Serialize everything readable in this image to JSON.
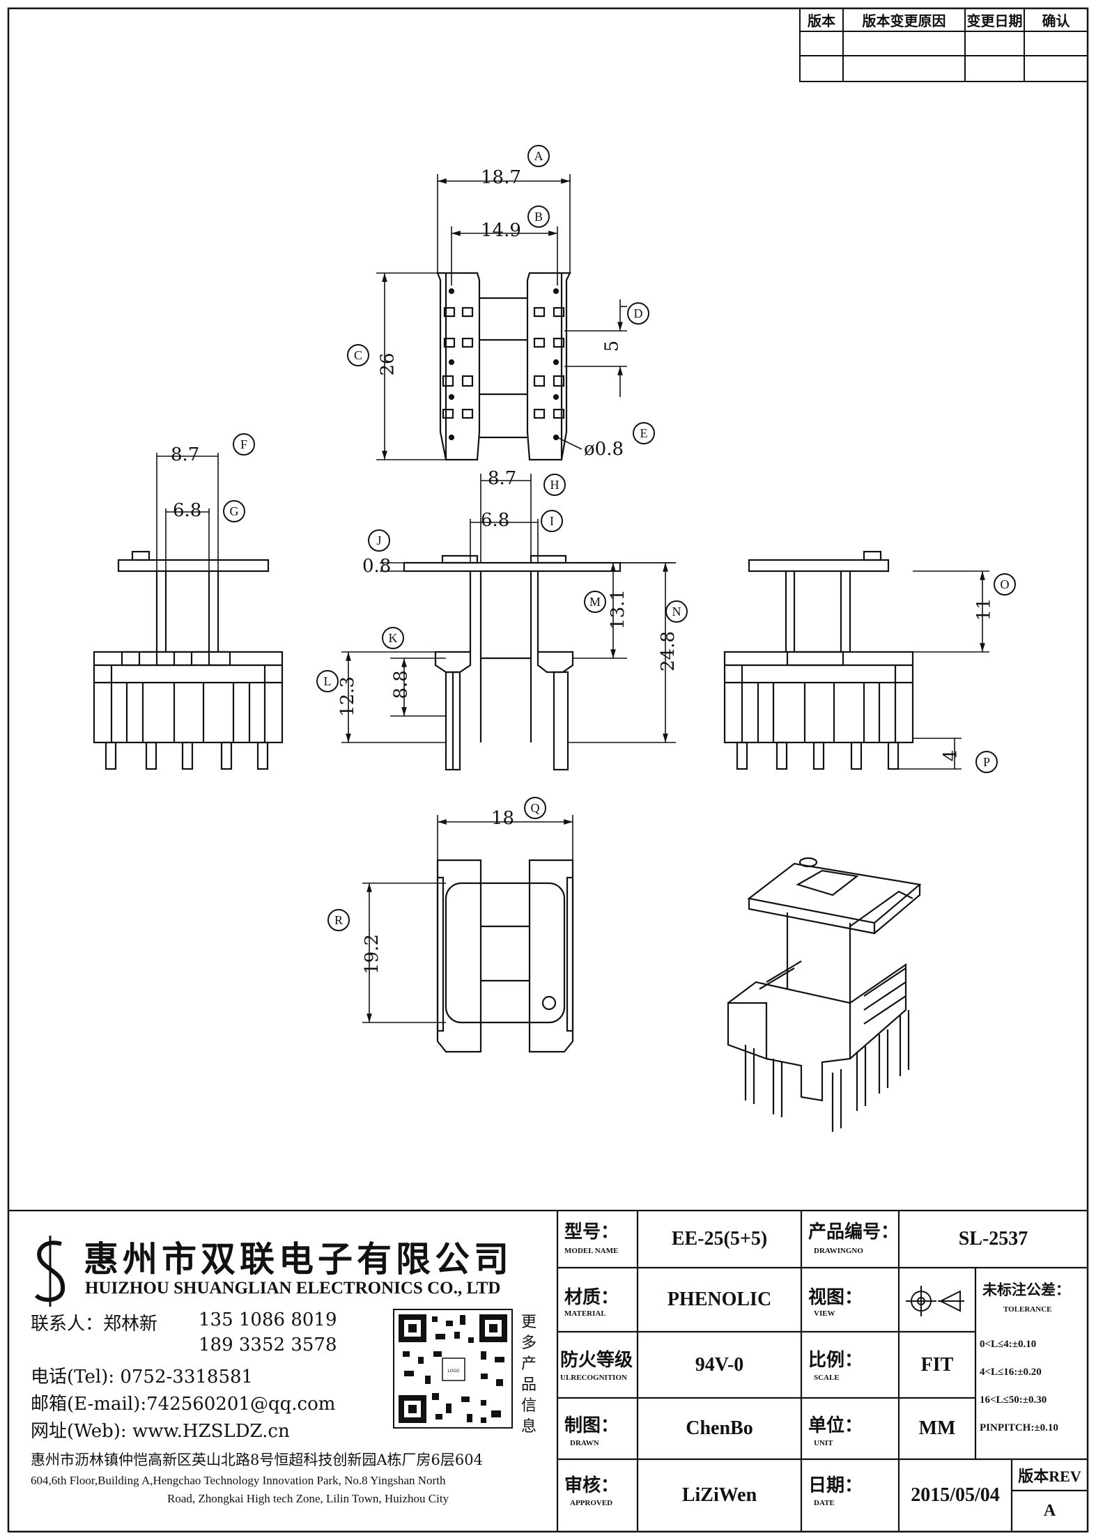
{
  "revision_table": {
    "headers": [
      "版本",
      "版本变更原因",
      "变更日期",
      "确认"
    ]
  },
  "dims": {
    "A": "A",
    "B": "B",
    "C": "C",
    "D": "D",
    "E": "E",
    "F": "F",
    "G": "G",
    "H": "H",
    "I": "I",
    "J": "J",
    "K": "K",
    "L": "L",
    "M": "M",
    "N": "N",
    "O": "O",
    "P": "P",
    "Q": "Q",
    "R": "R",
    "v_18_7": "18.7",
    "v_14_9": "14.9",
    "v_26": "26",
    "v_5": "5",
    "v_phi": "ø0.8",
    "v_8_7a": "8.7",
    "v_6_8a": "6.8",
    "v_8_7b": "8.7",
    "v_6_8b": "6.8",
    "v_0_8": "0.8",
    "v_13_1": "13.1",
    "v_24_8": "24.8",
    "v_12_3": "12.3",
    "v_8_8": "8.8",
    "v_11": "11",
    "v_4": "4",
    "v_18": "18",
    "v_19_2": "19.2"
  },
  "company": {
    "name_cn": "惠州市双联电子有限公司",
    "name_en": "HUIZHOU SHUANGLIAN ELECTRONICS CO., LTD",
    "contact_label": "联系人：郑林新",
    "phone1": "135 1086 8019",
    "phone2": "189 3352 3578",
    "tel": "电话(Tel): 0752-3318581",
    "email": "邮箱(E-mail):742560201@qq.com",
    "web": "网址(Web): www.HZSLDZ.cn",
    "more_info": [
      "更",
      "多",
      "产",
      "品",
      "信",
      "息"
    ],
    "address_cn": "惠州市沥林镇仲恺高新区英山北路8号恒超科技创新园A栋厂房6层604",
    "address_en_1": "604,6th Floor,Building A,Hengchao Technology Innovation Park, No.8 Yingshan North",
    "address_en_2": "Road, Zhongkai High tech Zone, Lilin Town, Huizhou City"
  },
  "title_block": {
    "model_label": "型号：",
    "model_sub": "MODEL NAME",
    "model_value": "EE-25(5+5)",
    "drawno_label": "产品编号：",
    "drawno_sub": "DRAWINGNO",
    "drawno_value": "SL-2537",
    "material_label": "材质：",
    "material_sub": "MATERIAL",
    "material_value": "PHENOLIC",
    "view_label": "视图：",
    "view_sub": "VIEW",
    "tol_label": "未标注公差：",
    "tol_sub": "TOLERANCE",
    "tol_lines": [
      "0<L≤4:±0.10",
      "4<L≤16:±0.20",
      "16<L≤50:±0.30",
      "PINPITCH:±0.10"
    ],
    "fire_label": "防火等级",
    "fire_sub": "ULRECOGNITION",
    "fire_value": "94V-0",
    "scale_label": "比例：",
    "scale_sub": "SCALE",
    "scale_value": "FIT",
    "drawn_label": "制图：",
    "drawn_sub": "DRAWN",
    "drawn_value": "ChenBo",
    "unit_label": "单位：",
    "unit_sub": "UNIT",
    "unit_value": "MM",
    "approved_label": "审核：",
    "approved_sub": "APPROVED",
    "approved_value": "LiZiWen",
    "date_label": "日期：",
    "date_sub": "DATE",
    "date_value": "2015/05/04",
    "rev_label": "版本REV",
    "rev_value": "A"
  }
}
